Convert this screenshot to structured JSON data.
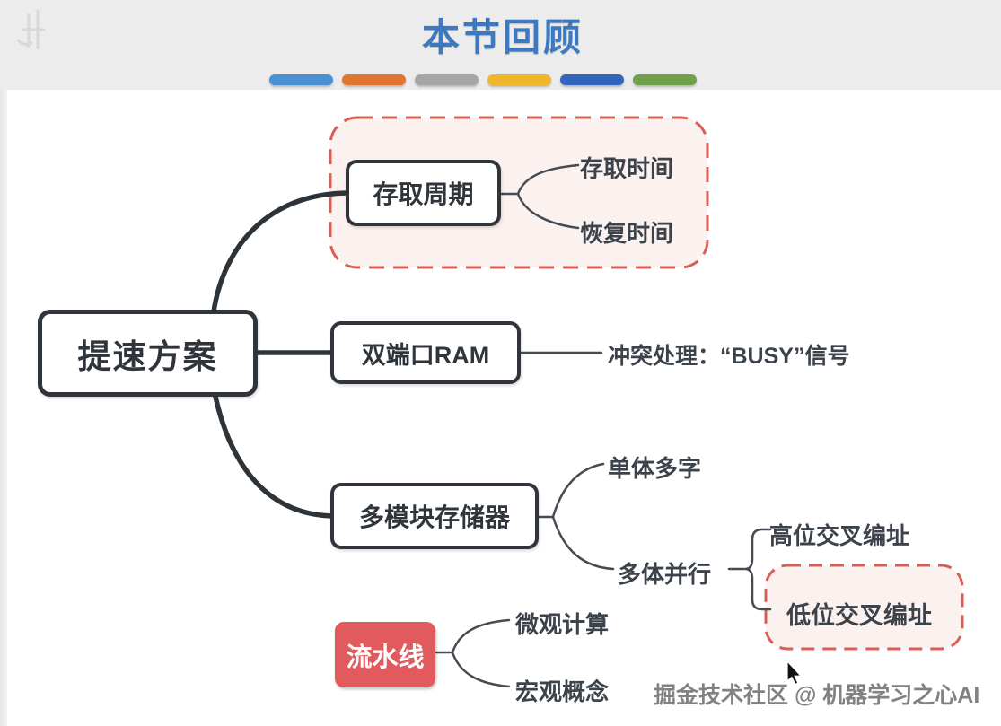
{
  "header": {
    "title": "本节回顾",
    "accent_bar_colors": [
      "#4a90d5",
      "#e0762f",
      "#a6a6a6",
      "#f0b62c",
      "#3465bd",
      "#70a04b"
    ]
  },
  "mindmap": {
    "root_label": "提速方案",
    "access_cycle": {
      "label": "存取周期",
      "child_top": "存取时间",
      "child_bottom": "恢复时间"
    },
    "dual_port_ram": {
      "label": "双端口RAM",
      "note": "冲突处理：“BUSY”信号"
    },
    "multi_module": {
      "label": "多模块存储器",
      "child_top": "单体多字",
      "child_bottom": "多体并行",
      "grandchild_top": "高位交叉编址",
      "grandchild_bottom": "低位交叉编址"
    },
    "pipeline": {
      "label": "流水线",
      "child_top": "微观计算",
      "child_bottom": "宏观概念"
    }
  },
  "footer": {
    "watermark": "掘金技术社区 @ 机器学习之心AI"
  },
  "colors": {
    "title_blue": "#3d79c0",
    "node_border": "#2f353b",
    "highlight_red": "#d95e57",
    "highlight_fill": "#fbf1ef",
    "pipeline_red": "#e15b5e"
  }
}
